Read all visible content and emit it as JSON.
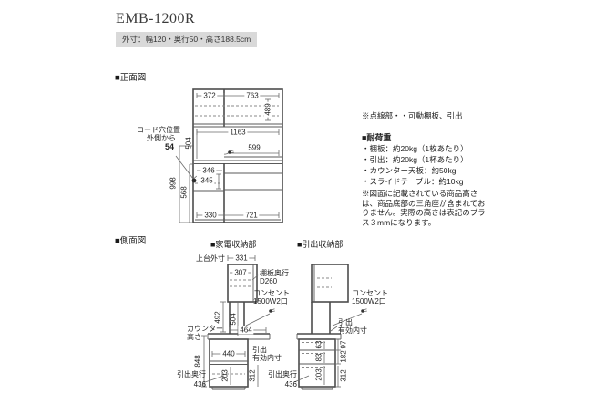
{
  "header": {
    "title": "EMB-1200R",
    "outer_dims": "外寸：幅120・奥行50・高さ188.5cm"
  },
  "section_labels": {
    "front": "■正面図",
    "side": "■側面図",
    "appliance": "■家電収納部",
    "drawer": "■引出収納部"
  },
  "front_view": {
    "w_left": "372",
    "w_right": "763",
    "h_upper_inner": "489",
    "w_counter": "1163",
    "h_mid": "504",
    "w_slide": "599",
    "w_346": "346",
    "h_345": "345",
    "h_998": "998",
    "h_568": "568",
    "w_330": "330",
    "w_721": "721",
    "cord_label_1": "コード穴位置",
    "cord_label_2": "外側から",
    "cord_value": "54"
  },
  "notes": {
    "dotted_note": "※点線部・・可動棚板、引出",
    "load_title": "■耐荷重",
    "load_items": [
      "・棚板：約20kg（1枚あたり）",
      "・引出：約20kg（1杯あたり）",
      "・カウンター天板：約50kg",
      "・スライドテーブル：約10kg"
    ],
    "height_note": "※図面に記載されている商品高さは、商品底部の三角座が含まれておりません。実際の高さは表記のプラス３mmになります。"
  },
  "side_appliance": {
    "top_outer_label": "上台外寸",
    "d_331": "331",
    "d_307": "307",
    "shelf_label_1": "棚板奥行",
    "shelf_label_2": "D260",
    "outlet_label_1": "コンセント",
    "outlet_label_2": "1500W2口",
    "h_492": "492",
    "h_504": "504",
    "counter_label_1": "カウンター",
    "counter_label_2": "高さ",
    "d_464": "464",
    "h_848": "848",
    "d_440": "440",
    "drawer_label_1": "引出",
    "drawer_label_2": "有効内寸",
    "h_203": "203",
    "h_312": "312",
    "depth_label": "引出奥行",
    "depth_value": "436"
  },
  "side_drawer": {
    "outlet_label_1": "コンセント",
    "outlet_label_2": "1500W2口",
    "drawer_label_1": "引出",
    "drawer_label_2": "有効内寸",
    "h_63": "63",
    "h_83": "83",
    "h_203": "203",
    "h_97": "97",
    "h_182": "182",
    "h_312": "312",
    "depth_label": "引出奥行",
    "depth_value": "436"
  },
  "icons": {
    "outlet": "plug-icon",
    "cord_hole": "cord-hole-icon"
  },
  "colors": {
    "subtitle_bg": "#d9d9d9",
    "wall_line": "#4c4c4c",
    "dim_line": "#6a6a6a",
    "text": "#1f1f1f"
  }
}
